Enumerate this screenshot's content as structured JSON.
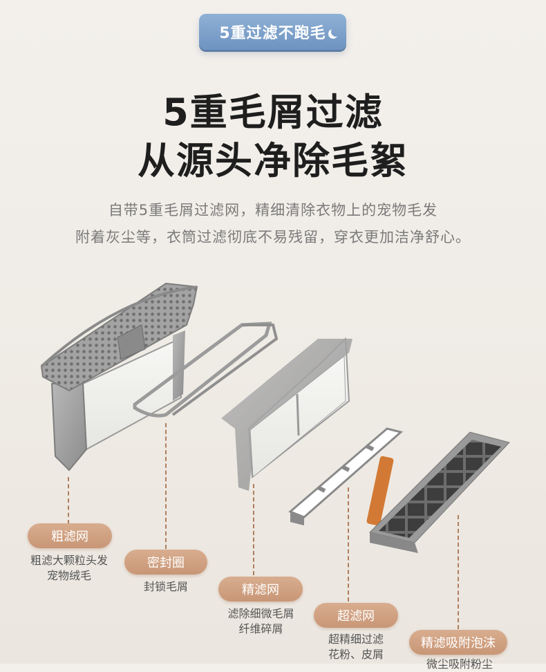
{
  "badge": {
    "label": "5重过滤不跑毛"
  },
  "headline": {
    "line1": "5重毛屑过滤",
    "line2": "从源头净除毛絮"
  },
  "description": {
    "line1": "自带5重毛屑过滤网，精细清除衣物上的宠物毛发",
    "line2": "附着灰尘等，衣筒过滤彻底不易残留，穿衣更加洁净舒心。"
  },
  "filters": [
    {
      "name": "粗滤网",
      "caption1": "粗滤大颗粒头发",
      "caption2": "宠物绒毛"
    },
    {
      "name": "密封圈",
      "caption1": "封锁毛屑",
      "caption2": ""
    },
    {
      "name": "精滤网",
      "caption1": "滤除细微毛屑",
      "caption2": "纤维碎屑"
    },
    {
      "name": "超滤网",
      "caption1": "超精细过滤",
      "caption2": "花粉、皮屑"
    },
    {
      "name": "精滤吸附泡沫",
      "caption1": "微尘吸附粉尘",
      "caption2": ""
    }
  ],
  "colors": {
    "badge": "#7fa3cc",
    "pill": "#d0a083",
    "dash": "#b07d5c",
    "headline": "#1e1e1e"
  }
}
